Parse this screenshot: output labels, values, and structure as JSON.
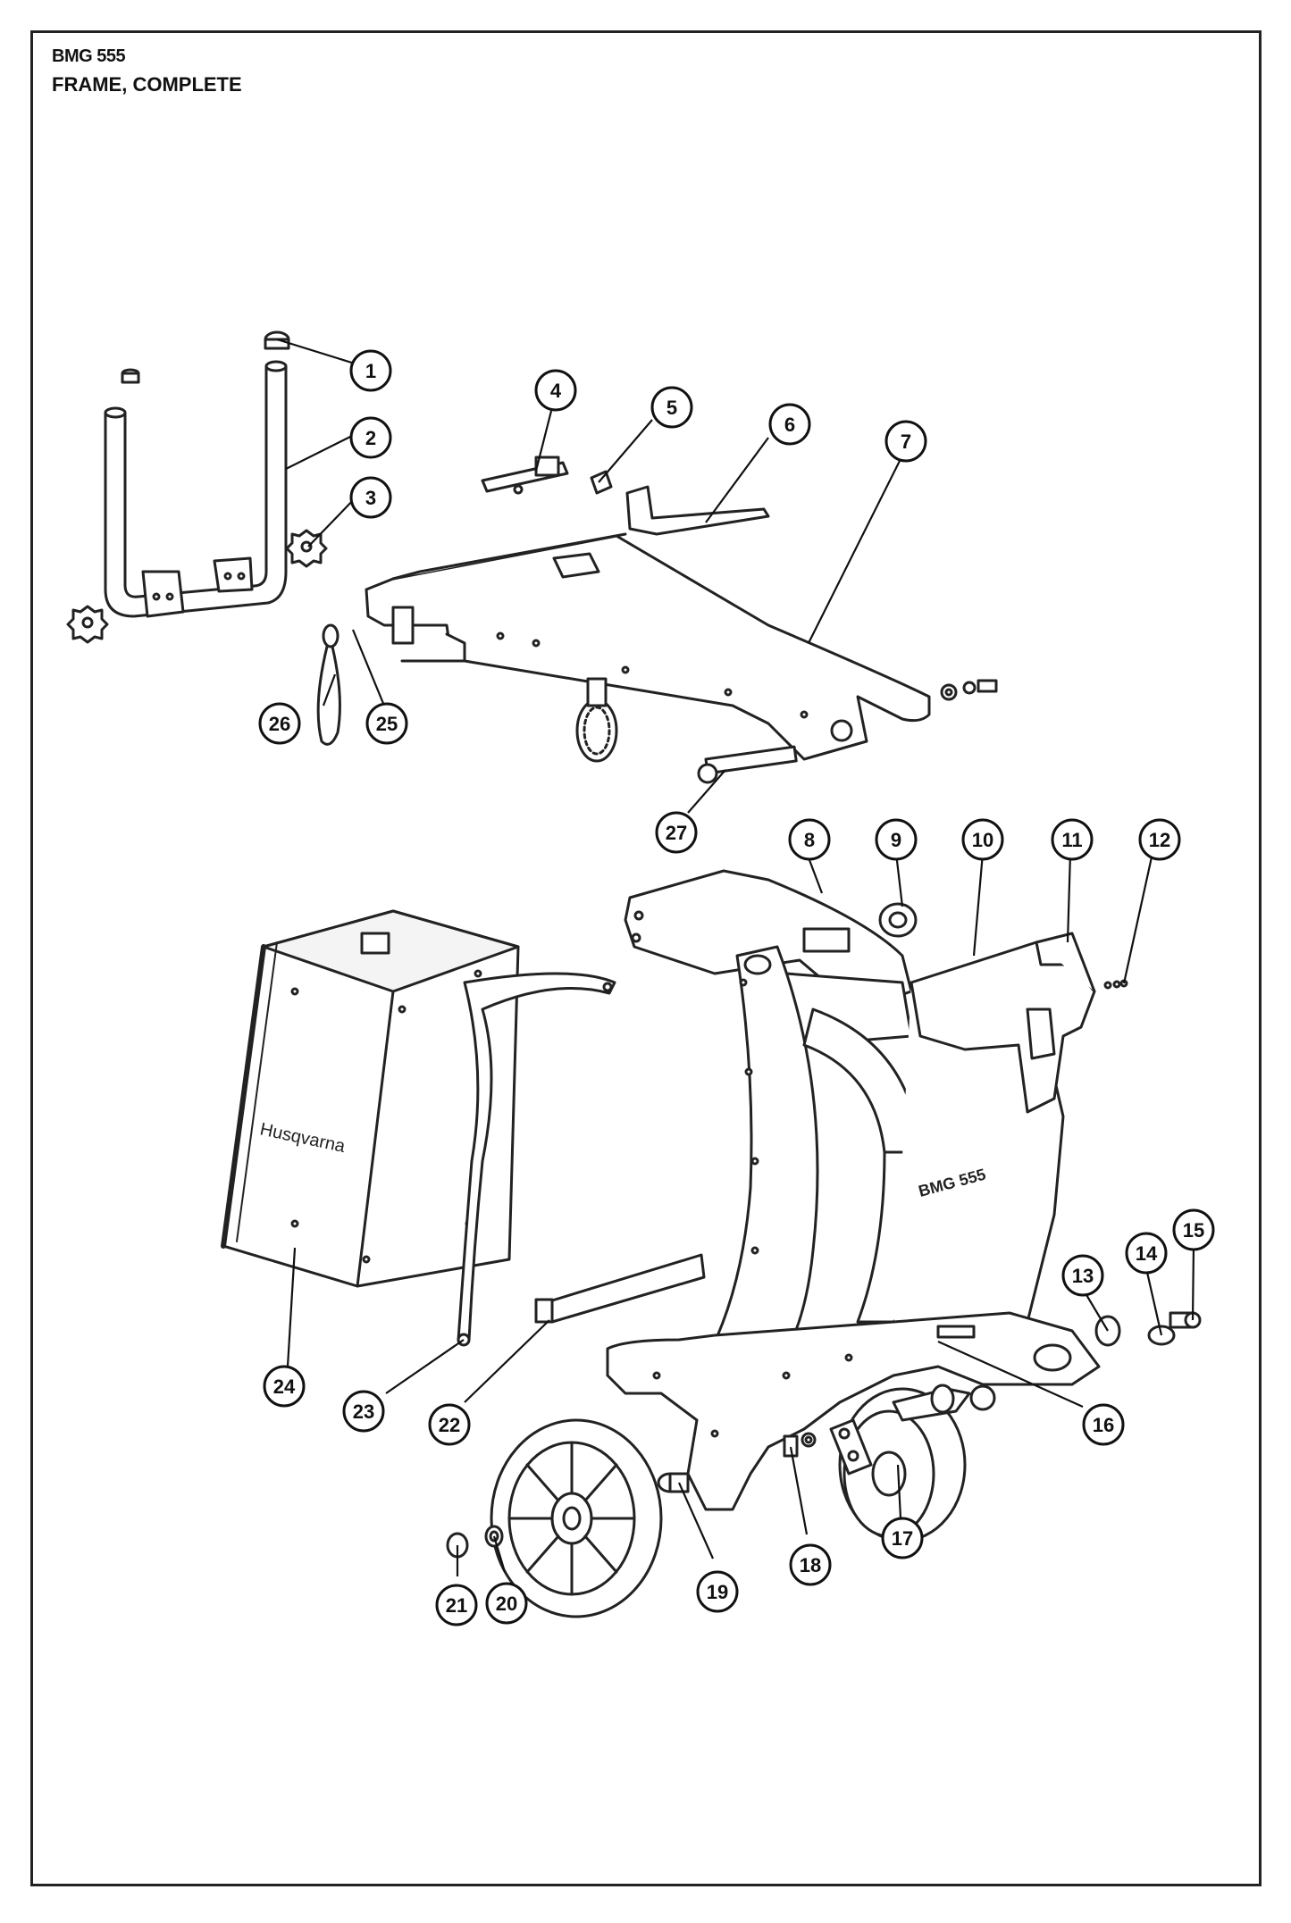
{
  "header": {
    "model": "BMG 555",
    "title": "FRAME, COMPLETE"
  },
  "colors": {
    "line": "#222222",
    "fill": "#ffffff",
    "shade": "#e6e6e6"
  },
  "callouts": [
    "1",
    "2",
    "3",
    "4",
    "5",
    "6",
    "7",
    "8",
    "9",
    "10",
    "11",
    "12",
    "13",
    "14",
    "15",
    "16",
    "17",
    "18",
    "19",
    "20",
    "21",
    "22",
    "23",
    "24",
    "25",
    "26",
    "27"
  ],
  "brand": {
    "box_logo_text": "Husqvarna",
    "frame_model_text": "BMG 555"
  }
}
